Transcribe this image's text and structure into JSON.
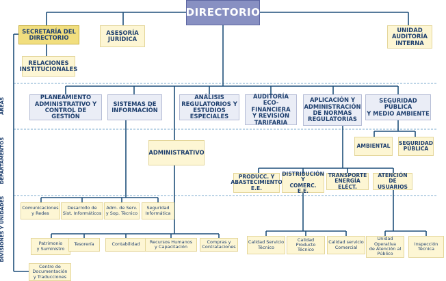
{
  "nodes": {
    "directorio": "DIRECTORIO",
    "secretaria": "SECRETARÍA DEL\nDIRECTORIO",
    "asesoria": "ASESORÍA\nJURÍDICA",
    "auditoria_interna": "UNIDAD\nAUDITORÍA\nINTERNA",
    "relaciones": "RELACIONES\nINSTITUCIONALES",
    "planeamiento": "PLANEAMIENTO\nADMINISTRATIVO Y\nCONTROL DE GESTIÓN",
    "sistemas": "SISTEMAS DE\nINFORMACIÓN",
    "analisis": "ANÁLISIS\nREGULATORIOS Y\nESTUDIOS ESPECIALES",
    "auditoria_eco": "AUDITORÍA\nECO-FINANCIERA\nY REVISIÓN\nTARIFARIA",
    "aplicacion": "APLICACIÓN Y\nADMINISTRACIÓN\nDE NORMAS\nREGULATORIAS",
    "seguridad_publica_medio": "SEGURIDAD PÚBLICA\nY MEDIO AMBIENTE",
    "administrativo": "ADMINISTRATIVO",
    "ambiental": "AMBIENTAL",
    "seguridad_publica": "SEGURIDAD\nPÚBLICA",
    "producc": "PRODUCC. Y\nABASTECIMIENTO\nE.E.",
    "distribucion": "DISTRIBUCIÓN Y\nCOMERC.\nE.E.",
    "transporte": "TRANSPORTE\nENERGÍA ELÉCT.",
    "atencion": "ATENCIÓN\nDE USUARIOS",
    "comunicaciones": "Comunicaciones\ny Redes",
    "desarrollo": "Desarrollo de\nSist. Informáticos",
    "adm_serv": "Adm. de Serv.\ny Sop. Técnico",
    "seg_informatica": "Seguridad\nInformática",
    "patrimonio": "Patrimonio\ny Suministro",
    "tesoreria": "Tesorería",
    "contabilidad": "Contabilidad",
    "rrhh": "Recursos Humanos\ny Capacitación",
    "compras": "Compras y\nContrataciones",
    "centro_doc": "Centro de\nDocumentación\ny Traducciones",
    "calidad_servicio": "Calidad Servicio\nTécnico",
    "calidad_producto": "Calidad Producto\nTécnico",
    "calidad_comercial": "Calidad servicio\nComercial",
    "unidad_operativa": "Unidad Operativa\nde Atención al\nPúblico",
    "inspeccion": "Inspección\nTécnica"
  },
  "side_labels": {
    "areas": "ÁREAS",
    "departamentos": "DEPARTAMENTOS",
    "divisiones": "DIVISIONES Y UNIDADES"
  },
  "colors": {
    "line": "#1e4f7a",
    "text": "#1e3f6e",
    "directorio_fill": "#8890c2",
    "area_fill": "#eaedf6",
    "unit_fill": "#fdf6d4",
    "secretaria_fill": "#f1de7e",
    "divider": "#7aa9cc"
  }
}
